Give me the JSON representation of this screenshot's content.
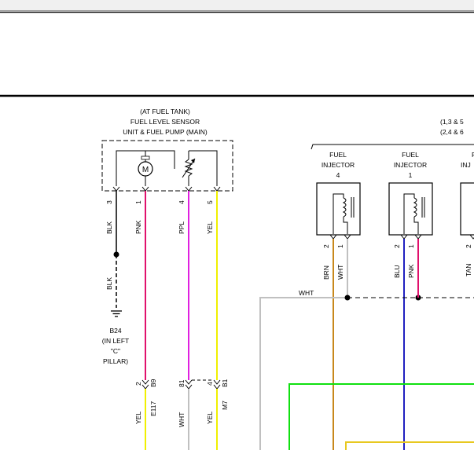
{
  "sensor": {
    "title_line1": "(AT FUEL TANK)",
    "title_line2": "FUEL LEVEL SENSOR",
    "title_line3": "UNIT & FUEL PUMP (MAIN)",
    "motor_symbol": "M",
    "pins": [
      "3",
      "1",
      "4",
      "5"
    ]
  },
  "injector_note": {
    "line1": "(1,3 & 5",
    "line2": "(2,4 & 6"
  },
  "injectors": [
    {
      "line1": "FUEL",
      "line2": "INJECTOR",
      "line3": "4",
      "pins": [
        "2",
        "1"
      ]
    },
    {
      "line1": "FUEL",
      "line2": "INJECTOR",
      "line3": "1",
      "pins": [
        "2",
        "1"
      ]
    },
    {
      "line1": "F",
      "line2": "INJ",
      "line3": "",
      "pins": [
        "2"
      ]
    }
  ],
  "wires": {
    "blk": "BLK",
    "pnk": "PNK",
    "ppl": "PPL",
    "yel": "YEL",
    "brn": "BRN",
    "wht": "WHT",
    "blu": "BLU",
    "tan": "TAN"
  },
  "ground": {
    "line1": "B24",
    "line2": "(IN LEFT",
    "line3": "\"C\"",
    "line4": "PILLAR)"
  },
  "connectors": {
    "e117_pin": "2",
    "e117_cavity": "B9",
    "e117_name": "E117",
    "m7_pin_a": "81",
    "m7_pin_b": "4",
    "m7_cavity": "B1",
    "m7_name": "M7"
  },
  "colors": {
    "pink": "#e0106c",
    "purple": "#e020e0",
    "yellow": "#f0f000",
    "brown": "#c8881c",
    "blue": "#2020c0",
    "gray": "#c0c0c0",
    "green": "#10e010",
    "gold": "#e8c820",
    "black": "#000000"
  }
}
